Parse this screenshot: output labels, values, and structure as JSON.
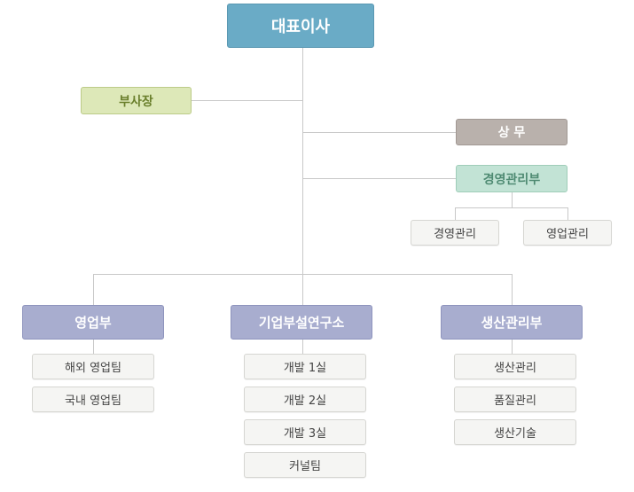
{
  "chart": {
    "ceo": "대표이사",
    "vice_president": "부사장",
    "executive": "상 무",
    "management_division": {
      "label": "경영관리부",
      "teams": [
        "경영관리",
        "영업관리"
      ]
    },
    "departments": [
      {
        "label": "영업부",
        "teams": [
          "해외 영업팀",
          "국내 영업팀"
        ]
      },
      {
        "label": "기업부설연구소",
        "teams": [
          "개발 1실",
          "개발 2실",
          "개발 3실",
          "커널팀"
        ]
      },
      {
        "label": "생산관리부",
        "teams": [
          "생산관리",
          "품질관리",
          "생산기술"
        ]
      }
    ]
  },
  "colors": {
    "ceo": "#6aabc6",
    "vice_president": "#dde8b8",
    "executive": "#b9b1ac",
    "management_division": "#c2e3d5",
    "department": "#a8adcf",
    "team": "#f5f5f3",
    "connector": "#c8c8c8"
  }
}
